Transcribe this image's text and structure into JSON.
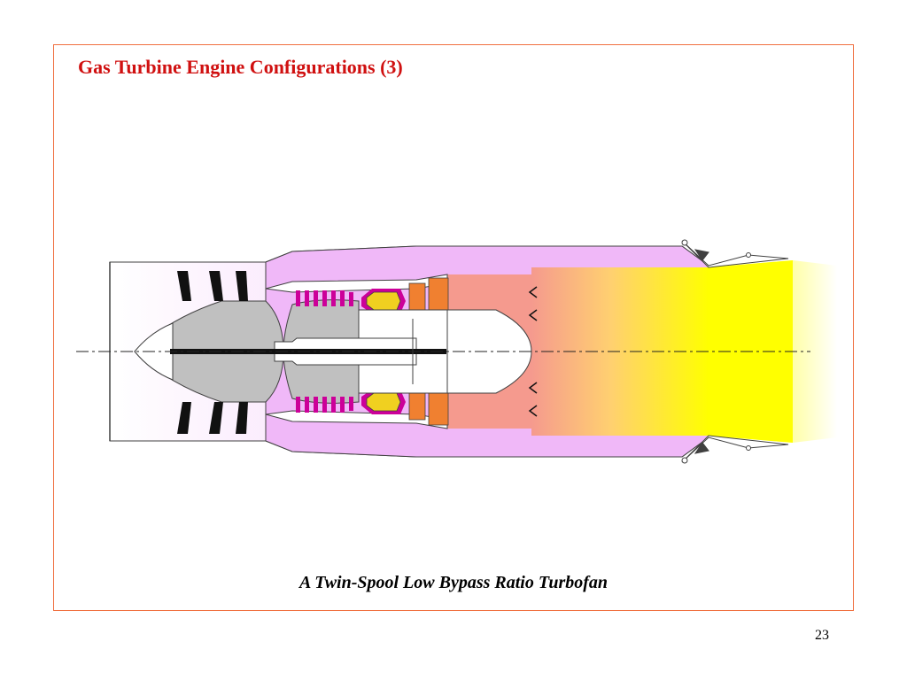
{
  "slide": {
    "title": "Gas Turbine Engine Configurations (3)",
    "caption": "A Twin-Spool Low Bypass Ratio Turbofan",
    "page_number": "23"
  },
  "colors": {
    "frame": "#f07040",
    "title": "#d01010",
    "bypass_duct": "#f0b8f8",
    "compressor_hub": "#c0c0c0",
    "hp_compressor_blades": "#cc0099",
    "combustor": "#f0d020",
    "turbine_stage": "#f08030",
    "exhaust_core": "#f59a8e",
    "exhaust_plume": "#ffff00"
  }
}
